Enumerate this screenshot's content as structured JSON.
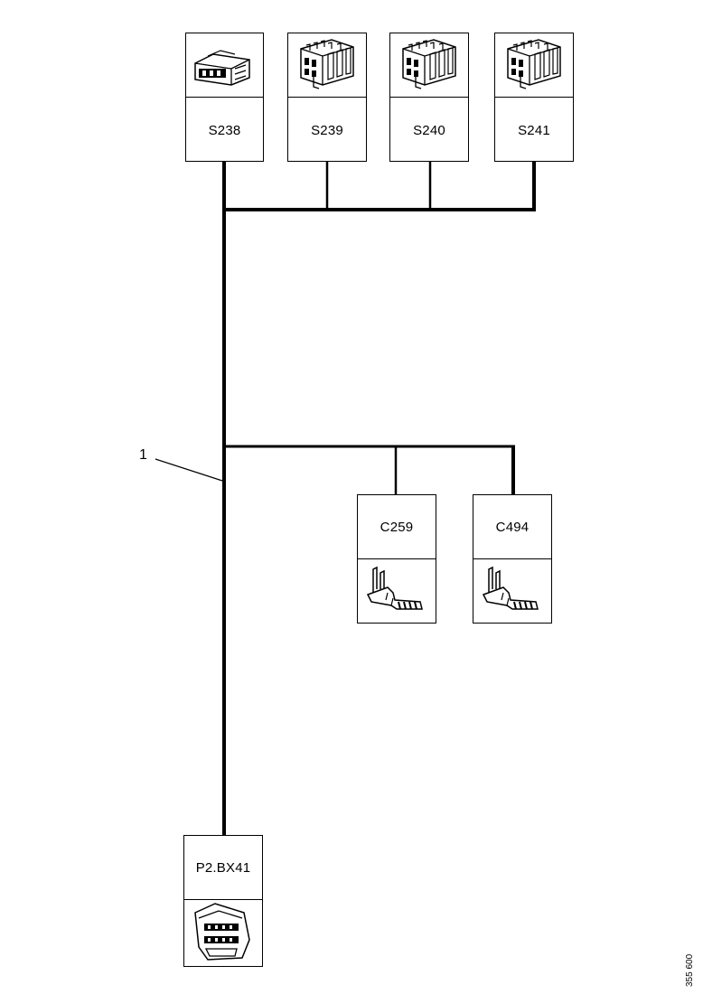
{
  "connectors": {
    "s238": {
      "label": "S238",
      "icon": "plug-connector-icon"
    },
    "s239": {
      "label": "S239",
      "icon": "multi-pin-connector-icon"
    },
    "s240": {
      "label": "S240",
      "icon": "multi-pin-connector-icon"
    },
    "s241": {
      "label": "S241",
      "icon": "multi-pin-connector-icon"
    },
    "c259": {
      "label": "C259",
      "icon": "crimp-terminal-icon"
    },
    "c494": {
      "label": "C494",
      "icon": "crimp-terminal-icon"
    },
    "p2bx41": {
      "label": "P2.BX41",
      "icon": "housing-connector-icon"
    }
  },
  "callout": {
    "number": "1"
  },
  "document_number": "355 600"
}
